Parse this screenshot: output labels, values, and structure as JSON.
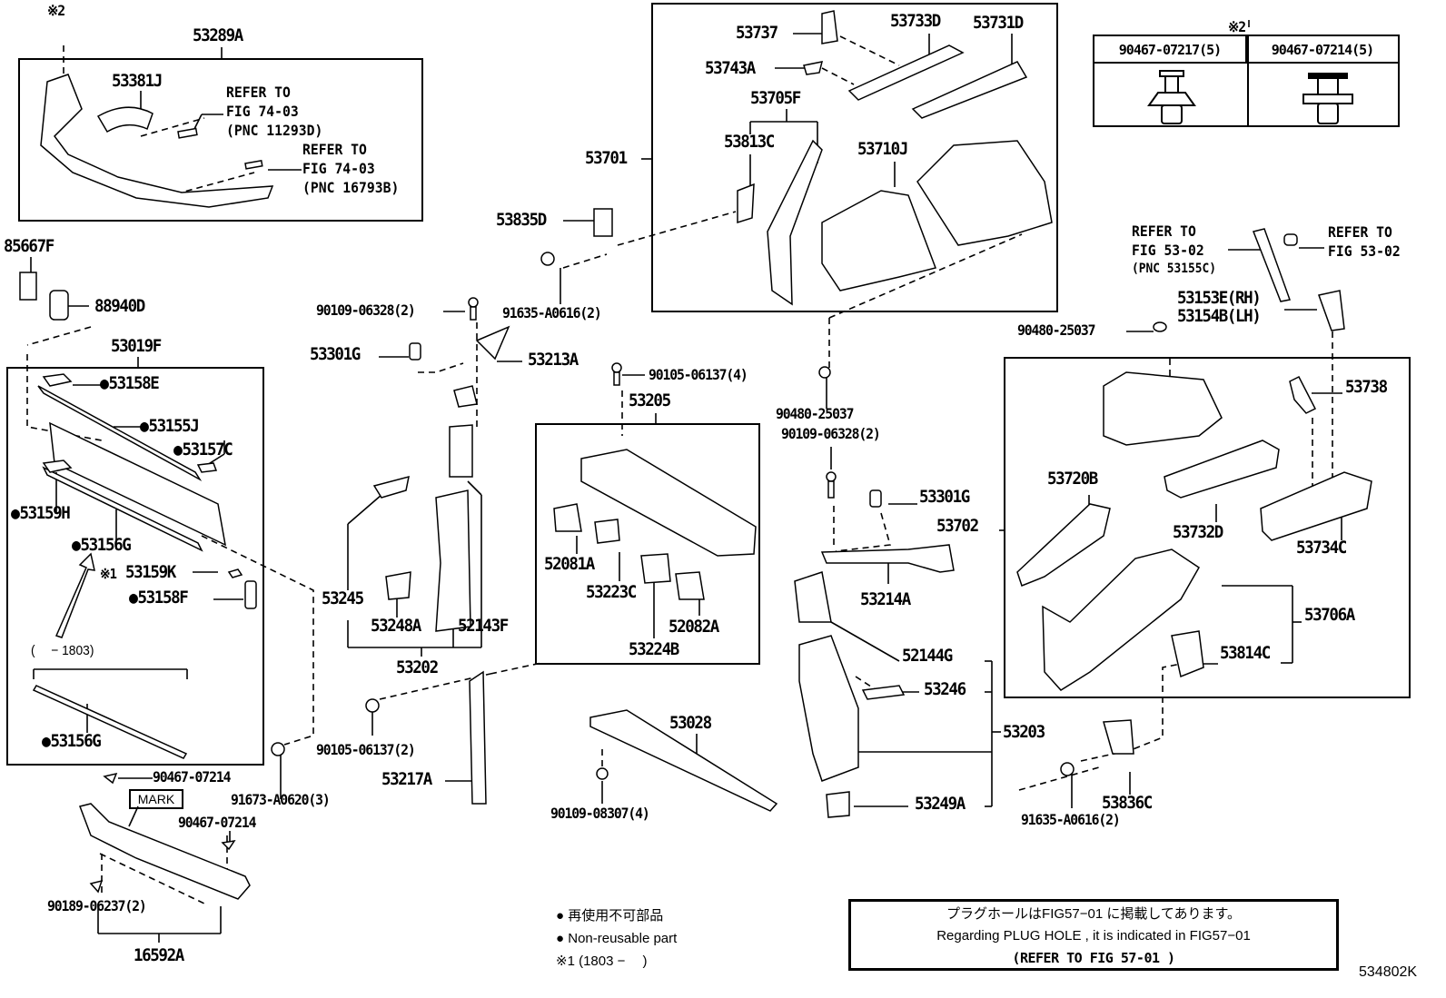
{
  "figure_number": "534802K",
  "labels": {
    "p53289A": "53289A",
    "note2_top": "※2",
    "p53381J": "53381J",
    "refer_74_03_a": [
      "REFER TO",
      "FIG 74-03",
      "(PNC 11293D)"
    ],
    "refer_74_03_b": [
      "REFER TO",
      "FIG 74-03",
      "(PNC 16793B)"
    ],
    "p85667F": "85667F",
    "p88940D": "88940D",
    "p53019F": "53019F",
    "p53158E": "53158E",
    "p53155J": "53155J",
    "p53157C": "53157C",
    "p53159H": "53159H",
    "p53156G_a": "53156G",
    "p53159K": "53159K",
    "p53159K_note": "※1",
    "p53158F": "53158F",
    "range_1803": "(　 − 1803)",
    "p53156G_b": "53156G",
    "p90467_07214_a": "90467-07214",
    "mark": "MARK",
    "p90467_07214_b": "90467-07214",
    "p91673_A0620": "91673-A0620(3)",
    "p90189_06237": "90189-06237(2)",
    "p16592A": "16592A",
    "p53835D": "53835D",
    "p91635_A0616_a": "91635-A0616(2)",
    "p90109_06328_a": "90109-06328(2)",
    "p53301G_a": "53301G",
    "p53213A": "53213A",
    "p90105_06137_4": "90105-06137(4)",
    "p53205": "53205",
    "p53245": "53245",
    "p53248A": "53248A",
    "p52143F": "52143F",
    "p53202": "53202",
    "p52081A": "52081A",
    "p53223C": "53223C",
    "p52082A": "52082A",
    "p53224B": "53224B",
    "p90105_06137_2": "90105-06137(2)",
    "p53217A": "53217A",
    "p53028": "53028",
    "p90109_08307": "90109-08307(4)",
    "p53701": "53701",
    "p53737": "53737",
    "p53733D": "53733D",
    "p53731D": "53731D",
    "p53743A": "53743A",
    "p53705F": "53705F",
    "p53813C": "53813C",
    "p53710J": "53710J",
    "p90480_25037_a": "90480-25037",
    "p90109_06328_b": "90109-06328(2)",
    "p53301G_b": "53301G",
    "p53702": "53702",
    "p53214A": "53214A",
    "p52144G": "52144G",
    "p53246": "53246",
    "p53203": "53203",
    "p53249A": "53249A",
    "p91635_A0616_b": "91635-A0616(2)",
    "p53836C": "53836C",
    "note2_table": "※2",
    "refer_53_02_a": [
      "REFER TO",
      "FIG 53-02",
      "(PNC 53155C)"
    ],
    "refer_53_02_b": [
      "REFER TO",
      "FIG 53-02"
    ],
    "p53153E": "53153E(RH)",
    "p53154B": "53154B(LH)",
    "p90480_25037_b": "90480-25037",
    "p53738": "53738",
    "p53720B": "53720B",
    "p53732D": "53732D",
    "p53734C": "53734C",
    "p53706A": "53706A",
    "p53814C": "53814C"
  },
  "clip_table": {
    "columns": [
      {
        "part": "90467-07217(5)",
        "icon": "push-clip-wide-head-icon"
      },
      {
        "part": "90467-07214(5)",
        "icon": "push-clip-flat-head-icon"
      }
    ]
  },
  "legend": {
    "jp_non_reusable": "再使用不可部品",
    "en_non_reusable": "Non-reusable part",
    "note1": "※1 (1803 −　 )"
  },
  "note_box": {
    "line1": "プラグホールはFIG57−01 に掲載してあります。",
    "line2": "Regarding  PLUG HOLE , it is  indicated  in  FIG57−01",
    "line3": "(REFER TO FIG 57-01 )"
  }
}
